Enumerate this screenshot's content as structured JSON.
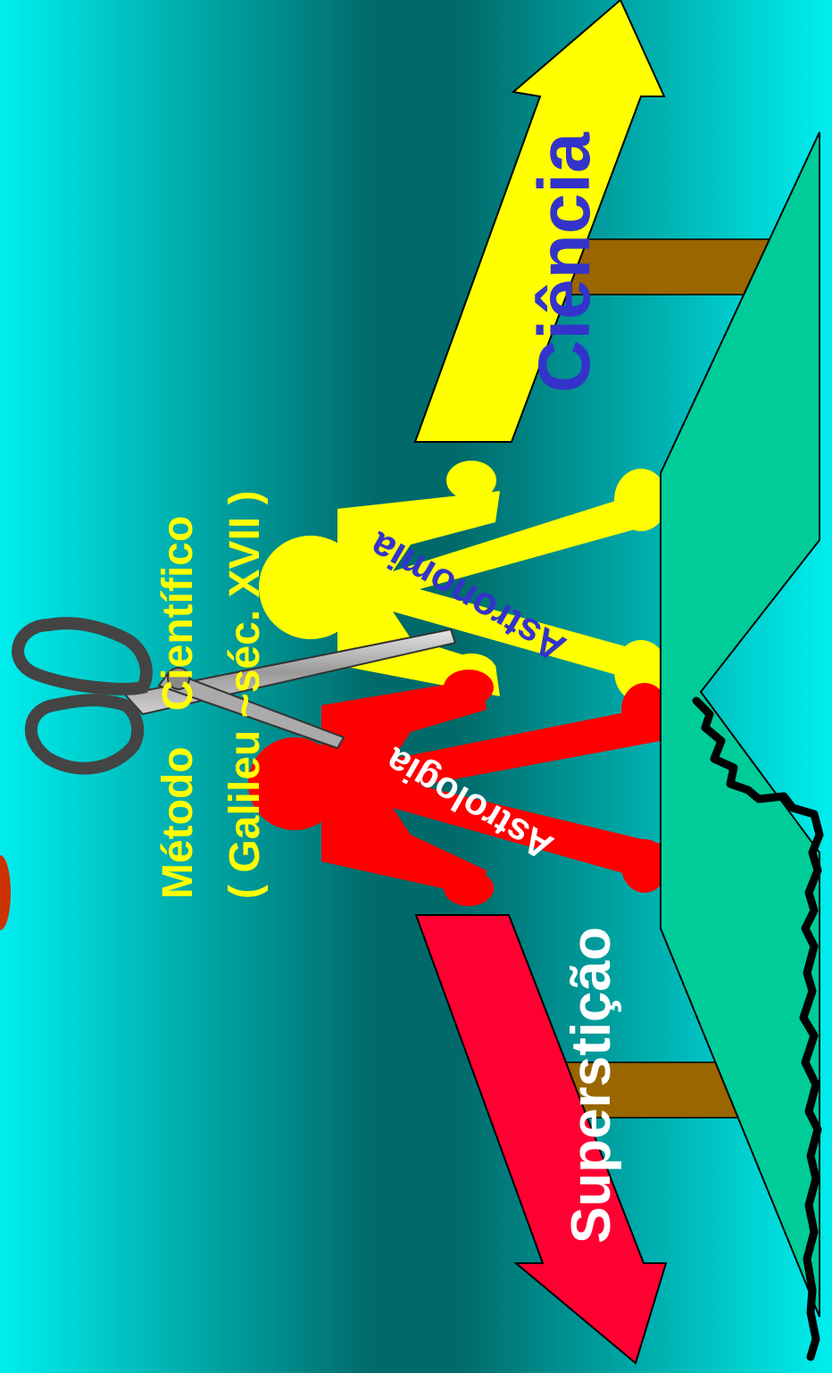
{
  "method": {
    "line1": "Método   Científico",
    "line2": "( Galileu ~séc. XVII )"
  },
  "arrows": {
    "science_label": "Ciência",
    "superstition_label": "Superstição"
  },
  "figures": {
    "astronomy_label": "Astronomia",
    "astrology_label": "Astrologia"
  },
  "colors": {
    "background_edge": "#00EEEE",
    "background_center": "#006A6A",
    "science_arrow": "#FFFF00",
    "science_text": "#3333CC",
    "superstition_arrow": "#FF0033",
    "superstition_text": "#FFFFFF",
    "astronomy_figure": "#FFFF00",
    "astrology_figure": "#FF0000",
    "method_text": "#FFFF00",
    "platform": "#00CC99",
    "post": "#996600",
    "crack": "#000000"
  },
  "icons": [
    "scissors-icon"
  ]
}
